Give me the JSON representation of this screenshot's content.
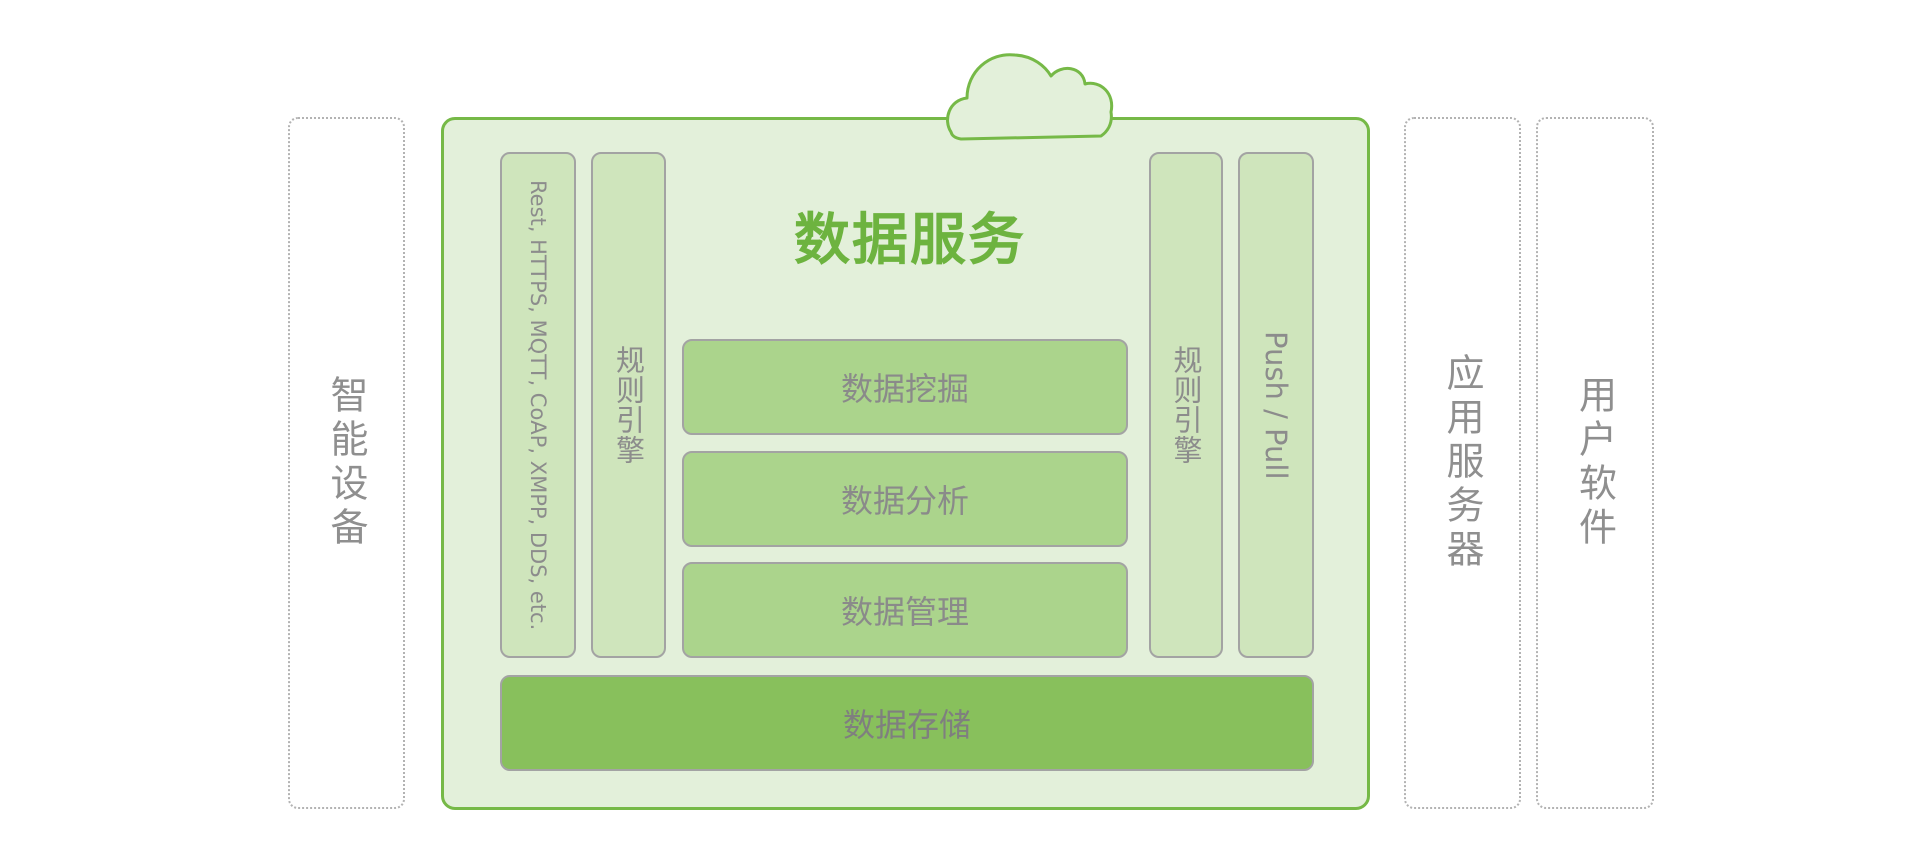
{
  "left_box": {
    "label": "智能设备"
  },
  "right_boxes": [
    {
      "label": "应用服务器"
    },
    {
      "label": "用户软件"
    }
  ],
  "data_service": {
    "title": "数据服务",
    "protocols_label": "Rest, HTTPS, MQTT, CoAP, XMPP, DDS, etc.",
    "left_rule_engine": "规则引擎",
    "right_rule_engine": "规则引擎",
    "push_pull": "Push / Pull",
    "modules": [
      "数据挖掘",
      "数据分析",
      "数据管理"
    ],
    "storage": "数据存储",
    "cloud_icon": "cloud-icon"
  },
  "colors": {
    "accent_green": "#76b947",
    "title_green": "#6db33f",
    "panel_bg": "#e3f0da",
    "column_fill": "#cfe5bc",
    "module_fill": "#abd48c",
    "storage_fill": "#88c05c"
  }
}
